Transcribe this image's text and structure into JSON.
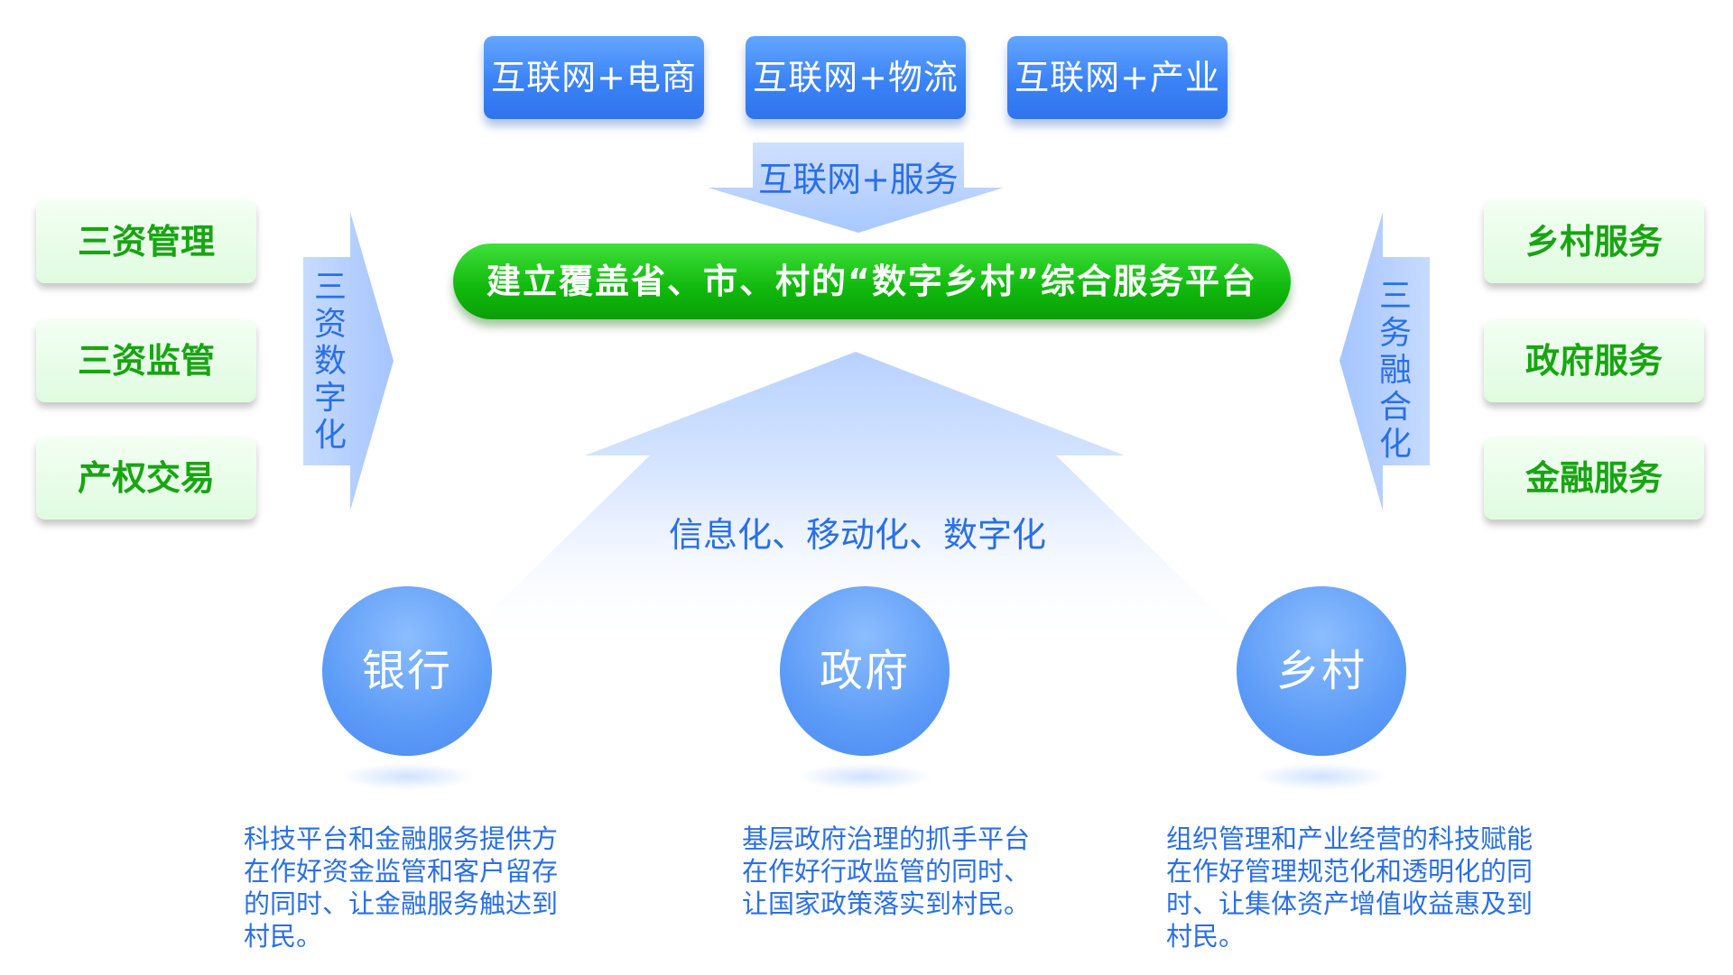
{
  "top_boxes": [
    {
      "label": "互联网+电商"
    },
    {
      "label": "互联网+物流"
    },
    {
      "label": "互联网+产业"
    }
  ],
  "service_arrow_label": "互联网+服务",
  "platform_label": "建立覆盖省、市、村的“数字乡村”综合服务平台",
  "left_boxes": [
    {
      "label": "三资管理"
    },
    {
      "label": "三资监管"
    },
    {
      "label": "产权交易"
    }
  ],
  "left_arrow_label": "三资数字化",
  "right_boxes": [
    {
      "label": "乡村服务"
    },
    {
      "label": "政府服务"
    },
    {
      "label": "金融服务"
    }
  ],
  "right_arrow_label": "三务融合化",
  "center_arrow_label": "信息化、移动化、数字化",
  "circles": [
    {
      "label": "银行"
    },
    {
      "label": "政府"
    },
    {
      "label": "乡村"
    }
  ],
  "descriptions": [
    {
      "lines": [
        "科技平台和金融服务提供方",
        "在作好资金监管和客户留存",
        "的同时、让金融服务触达到",
        "村民。"
      ]
    },
    {
      "lines": [
        "基层政府治理的抓手平台",
        "在作好行政监管的同时、",
        "让国家政策落实到村民。"
      ]
    },
    {
      "lines": [
        "组织管理和产业经营的科技赋能",
        "在作好管理规范化和透明化的同",
        "时、让集体资产增值收益惠及到",
        "村民。"
      ]
    }
  ],
  "colors": {
    "blue": "#3b82f6",
    "green": "#10b80c",
    "text_blue": "#2a6fe6",
    "text_green": "#18a512",
    "arrow_light_blue": "#b9d3ff"
  }
}
